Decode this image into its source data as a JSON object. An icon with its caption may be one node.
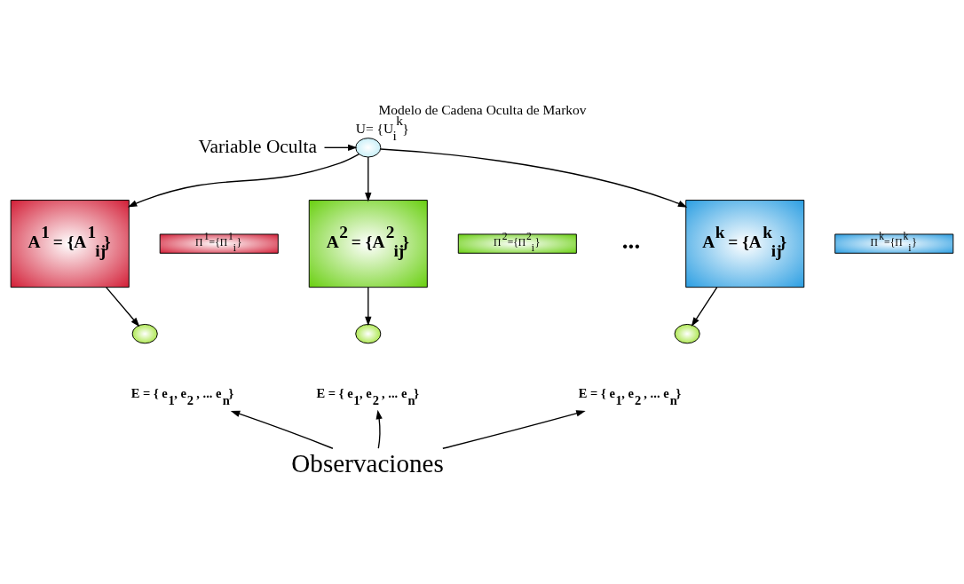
{
  "diagram": {
    "title": "Modelo de Cadena Oculta de Markov",
    "nodes": [
      {
        "text": [
          "Variable Oculta"
        ]
      },
      {
        "text": [],
        "shape": "circle",
        "beside": [
          "U= {U$_{i}$$^{k}$}"
        ]
      },
      {
        "text": [
          "A$^{1}$ = {A$^{1}$$_{ij}$}"
        ]
      },
      {
        "text": [
          "Π$^{1}$={Π$^{1}$$_{i}$}"
        ]
      },
      {
        "text": [
          "A$^{2}$ = {A$^{2}$$_{ij}$}"
        ]
      },
      {
        "text": [
          "Π$^{2}$={Π$^{2}$$_{i}$}"
        ]
      },
      {
        "text": [
          "A$^{k}$ = {A$^{k}$$_{ij}$}"
        ]
      },
      {
        "text": [
          "Π$^{k}$={Π$^{k}$$_{i}$}"
        ]
      },
      {
        "text": [],
        "shape": "circle"
      },
      {
        "text": [],
        "shape": "circle"
      },
      {
        "text": [],
        "shape": "circle"
      },
      {
        "text": [
          "E = { e$_{1}$, e$_{2}$ , ... e$_{n}$}"
        ]
      },
      {
        "text": [
          "E = { e$_{1}$, e$_{2}$ , ... e$_{n}$}"
        ]
      },
      {
        "text": [
          "E = { e$_{1}$, e$_{2}$ , ... e$_{n}$}"
        ]
      },
      {
        "text": [
          "Observaciones"
        ]
      }
    ],
    "edges": [
      {
        "from": 0,
        "to": 1,
        "arrow": "to"
      },
      {
        "from": 1,
        "to": 2,
        "arrow": "to"
      },
      {
        "from": 1,
        "to": 4,
        "arrow": "to"
      },
      {
        "from": 1,
        "to": 6,
        "arrow": "to"
      },
      {
        "from": 2,
        "to": 8,
        "arrow": "to"
      },
      {
        "from": 4,
        "to": 9,
        "arrow": "to"
      },
      {
        "from": 6,
        "to": 10,
        "arrow": "to"
      },
      {
        "from": 14,
        "to": 11,
        "arrow": "to"
      },
      {
        "from": 14,
        "to": 12,
        "arrow": "to"
      },
      {
        "from": 14,
        "to": 13,
        "arrow": "to"
      }
    ],
    "labels": [
      "..."
    ]
  }
}
